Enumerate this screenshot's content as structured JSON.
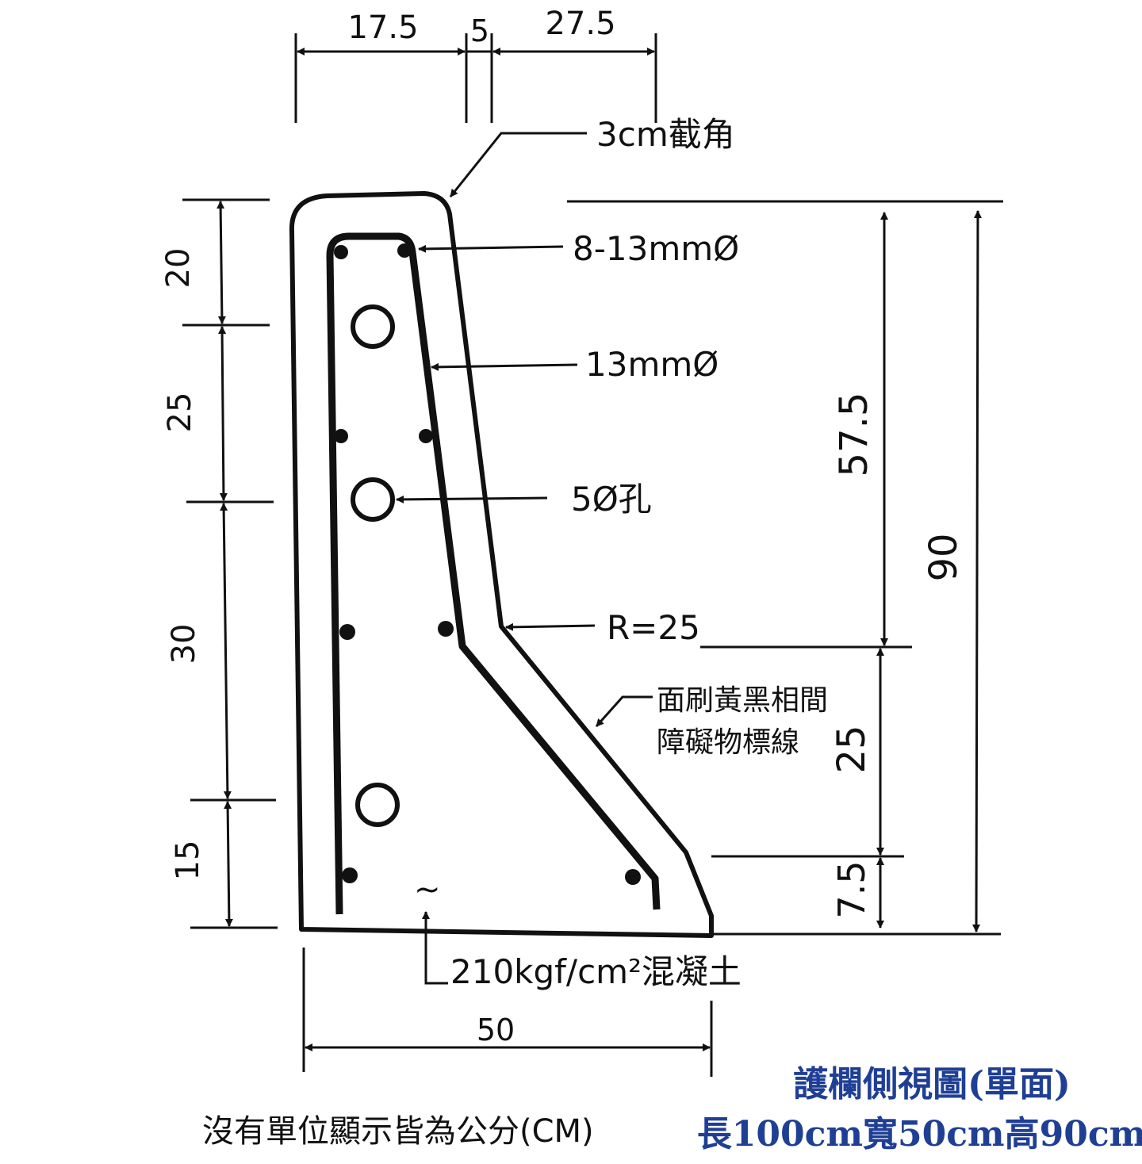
{
  "top_dims": {
    "a": "17.5",
    "b": "5",
    "c": "27.5"
  },
  "left_dims": {
    "a": "20",
    "b": "25",
    "c": "30",
    "d": "15"
  },
  "right_dims": {
    "a": "57.5",
    "b": "90",
    "c": "25",
    "d": "7.5"
  },
  "bottom_dim": "50",
  "labels": {
    "chamfer": "3cm截角",
    "rebar_top": "8-13mmØ",
    "rebar_main": "13mmØ",
    "hole": "5Ø孔",
    "radius": "R=25",
    "paint_line1": "面刷黃黑相間",
    "paint_line2": "障礙物標線",
    "concrete": "210kgf/cm²混凝土",
    "tilde": "~"
  },
  "footer": {
    "note": "沒有單位顯示皆為公分(CM)",
    "title": "護欄側視圖(單面)",
    "size": "長100cm寬50cm高90cm"
  },
  "colors": {
    "line": "#111111",
    "title": "#1f3f95"
  }
}
